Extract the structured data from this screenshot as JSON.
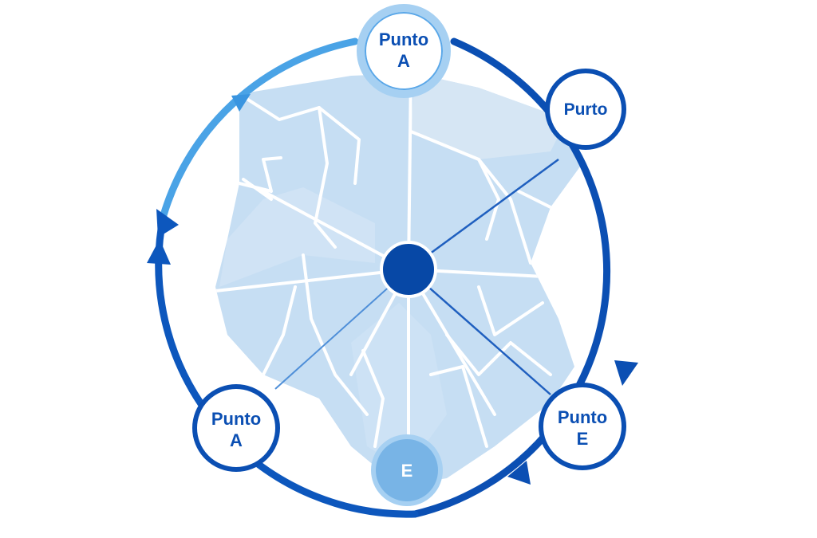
{
  "colors": {
    "ring_dark": "#0b4fb3",
    "ring_light": "#4aa3e6",
    "map_fill": "#c6def3",
    "map_fill_alt": "#d6e6f4",
    "street": "#ffffff",
    "hub": "#0748a6",
    "node_text": "#0b4fb3",
    "node_border_light": "#8fc4ee",
    "node_fill_bottom": "#78b4e6"
  },
  "nodes": {
    "top": {
      "line1": "Punto",
      "line2": "A"
    },
    "top_right": {
      "line1": "Purto"
    },
    "bottom_right": {
      "line1": "Punto",
      "line2": "E"
    },
    "bottom": {
      "line1": "E"
    },
    "bottom_left": {
      "line1": "Punto",
      "line2": "A"
    }
  }
}
